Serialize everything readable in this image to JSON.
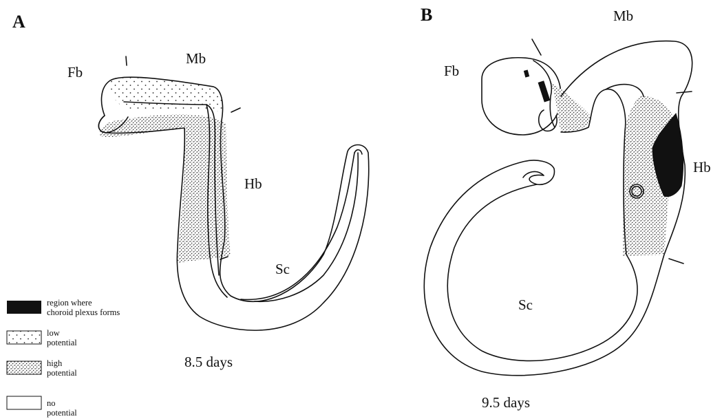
{
  "panels": {
    "A": {
      "letter": "A",
      "regions": {
        "fb": "Fb",
        "mb": "Mb",
        "hb": "Hb",
        "sc": "Sc"
      },
      "stage": "8.5  days"
    },
    "B": {
      "letter": "B",
      "regions": {
        "fb": "Fb",
        "mb": "Mb",
        "hb": "Hb",
        "sc": "Sc"
      },
      "stage": "9.5  days"
    }
  },
  "legend": {
    "items": [
      {
        "line1": "region where",
        "line2": "choroid plexus forms",
        "pattern": "solid-black"
      },
      {
        "line1": "low",
        "line2": "potential",
        "pattern": "sparse-dots"
      },
      {
        "line1": "high",
        "line2": "potential",
        "pattern": "dense-dots"
      },
      {
        "line1": "no",
        "line2": "potential",
        "pattern": "empty"
      }
    ]
  },
  "colors": {
    "ink": "#111111",
    "paper": "#ffffff"
  }
}
